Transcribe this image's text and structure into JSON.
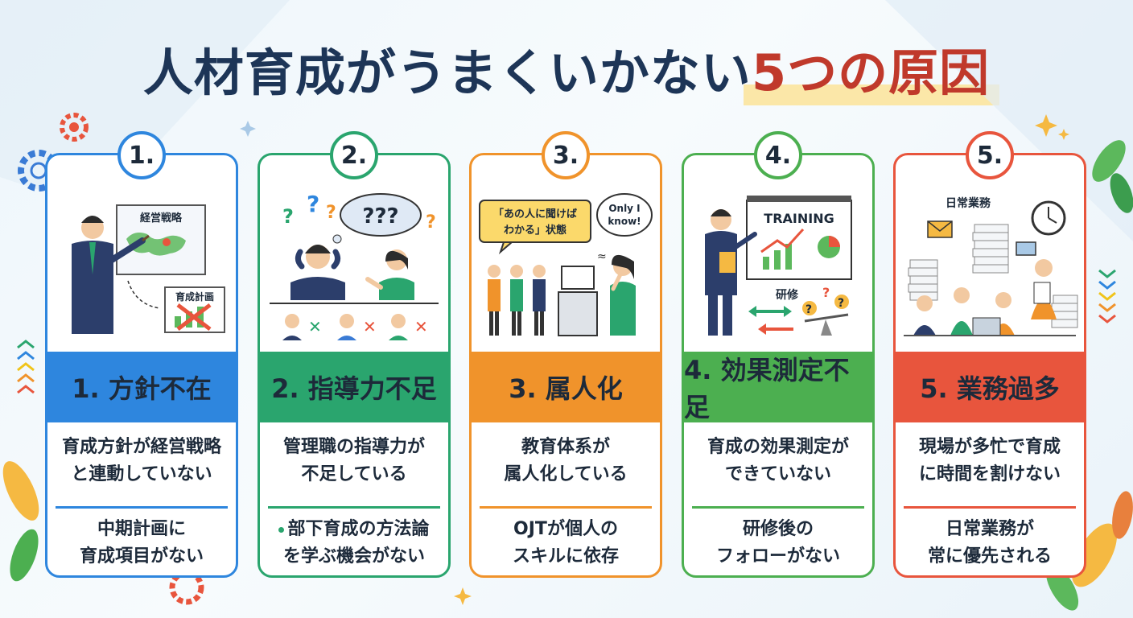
{
  "title": {
    "main": "人材育成がうまくいかない",
    "highlight": "5つの原因"
  },
  "colors": {
    "title": "#1d3557",
    "highlight": "#c0392b",
    "blue": "#2e86de",
    "green": "#2aa56e",
    "orange": "#f0932b",
    "lime": "#4caf50",
    "red": "#e8553d"
  },
  "cards": [
    {
      "number": "1.",
      "heading": "1. 方針不在",
      "desc1": "育成方針が経営戦略",
      "desc2": "と連動していない",
      "sub1": "中期計画に",
      "sub2": "育成項目がない",
      "illus": {
        "label_a": "経営戦略",
        "label_b": "育成計画"
      }
    },
    {
      "number": "2.",
      "heading": "2. 指導力不足",
      "desc1": "管理職の指導力が",
      "desc2": "不足している",
      "sub1": "部下育成の方法論",
      "sub2": "を学ぶ機会がない",
      "illus": {
        "bubble": "???"
      }
    },
    {
      "number": "3.",
      "heading": "3. 属人化",
      "desc1": "教育体系が",
      "desc2": "属人化している",
      "sub1": "OJTが個人の",
      "sub2": "スキルに依存",
      "illus": {
        "bubble_a1": "「あの人に聞けば",
        "bubble_a2": "わかる」状態",
        "bubble_b1": "Only I",
        "bubble_b2": "know!"
      }
    },
    {
      "number": "4.",
      "heading": "4. 効果測定不足",
      "desc1": "育成の効果測定が",
      "desc2": "できていない",
      "sub1": "研修後の",
      "sub2": "フォローがない",
      "illus": {
        "board": "TRAINING",
        "label": "研修"
      }
    },
    {
      "number": "5.",
      "heading": "5. 業務過多",
      "desc1": "現場が多忙で育成",
      "desc2": "に時間を割けない",
      "sub1": "日常業務が",
      "sub2": "常に優先される",
      "illus": {
        "label": "日常業務"
      }
    }
  ]
}
